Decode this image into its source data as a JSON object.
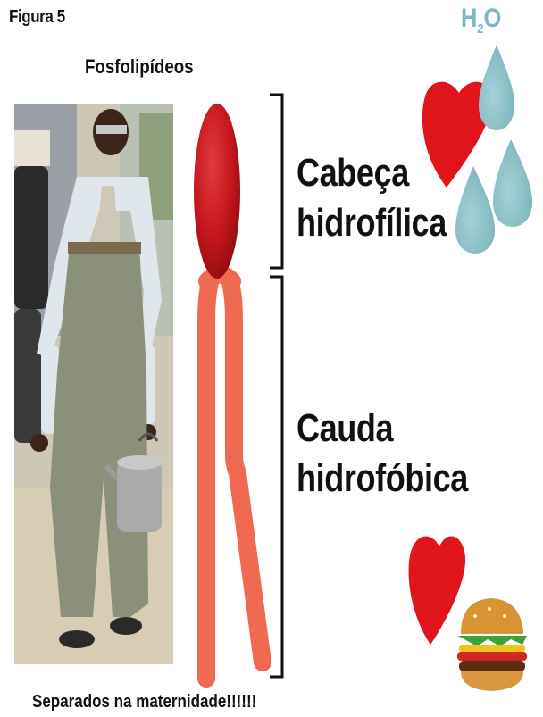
{
  "figure_label": "Figura 5",
  "h2o": {
    "main": "H",
    "sub": "2",
    "tail": "O"
  },
  "section_title": "Fosfolipídeos",
  "head": {
    "line1": "Cabeça",
    "line2": "hidrofílica"
  },
  "tail": {
    "line1": "Cauda",
    "line2": "hidrofóbica"
  },
  "caption": "Separados na maternidade!!!!!!",
  "colors": {
    "head_red": "#c4161c",
    "tail_salmon": "#ef6a50",
    "water_drop": "#8fc4cb",
    "heart_red": "#e0141b",
    "bracket": "#111111"
  },
  "icons": [
    "heart-icon",
    "water-drop-icon",
    "hamburger-icon",
    "kettle-icon"
  ]
}
